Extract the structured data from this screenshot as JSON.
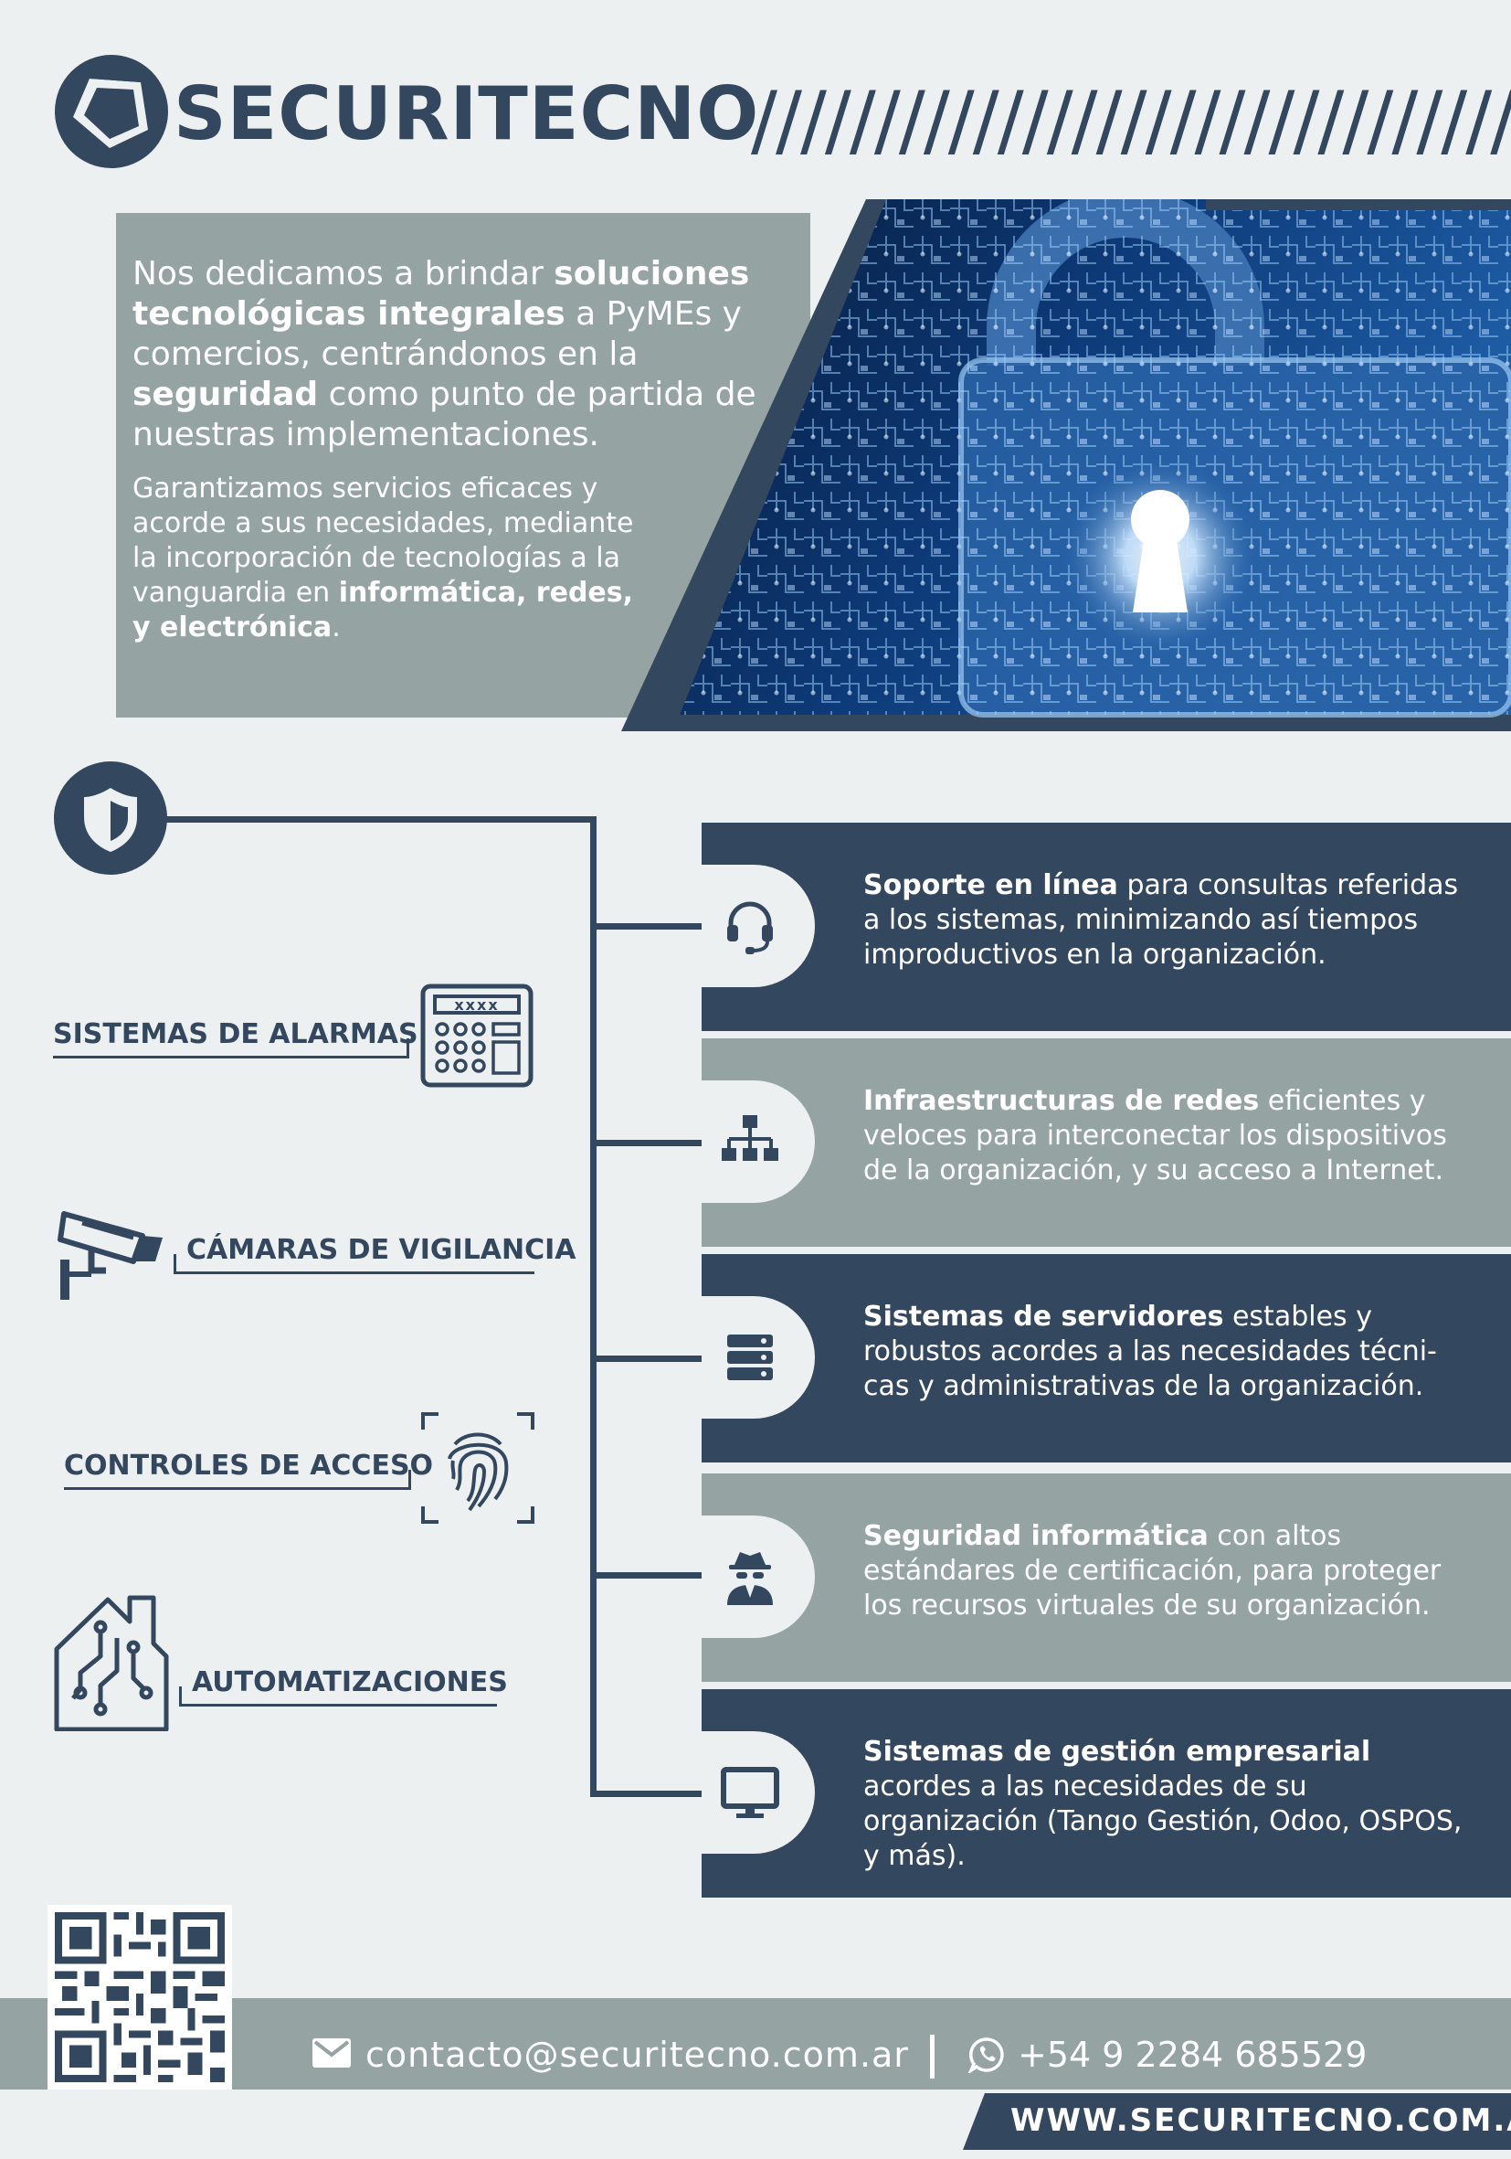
{
  "brand": {
    "name": "SECURITECNO",
    "slashes": "////////////////////////////////"
  },
  "intro": {
    "main": [
      {
        "t": "Nos dedicamos a brindar ",
        "b": false
      },
      {
        "t": "soluciones tecnológicas integrales",
        "b": true
      },
      {
        "t": " a PyMEs y comercios, centrándonos en la ",
        "b": false
      },
      {
        "t": "seguridad",
        "b": true
      },
      {
        "t": " como punto de partida de nuestras implementaciones.",
        "b": false
      }
    ],
    "sub": [
      {
        "t": "Garantizamos servicios eficaces y acorde a sus necesidades, mediante la incorporación de tecnologías a la vanguardia en ",
        "b": false
      },
      {
        "t": "informática, redes, y electrónica",
        "b": true
      },
      {
        "t": ".",
        "b": false
      }
    ]
  },
  "categories": {
    "alarms": "SISTEMAS DE ALARMAS",
    "keypad_display": "xxxx",
    "cameras": "CÁMARAS DE VIGILANCIA",
    "access": "CONTROLES DE ACCESO",
    "automation": "AUTOMATIZACIONES"
  },
  "services": [
    {
      "icon": "headset-icon",
      "bold": "Soporte en línea",
      "rest": " para consultas referidas a los sistemas, minimizando así tiempos improductivos en la organización."
    },
    {
      "icon": "network-icon",
      "bold": "Infraestructuras de redes",
      "rest": " eficientes y veloces para interconectar los dispositivos de la organización, y su acceso a Internet."
    },
    {
      "icon": "server-icon",
      "bold": "Sistemas de servidores",
      "rest": " estables y robustos acordes a las necesidades técni-cas y administrativas de la organización."
    },
    {
      "icon": "spy-icon",
      "bold": "Seguridad informática",
      "rest": " con altos estándares de certificación, para proteger los recursos virtuales de su organización."
    },
    {
      "icon": "monitor-icon",
      "bold": "Sistemas de gestión empresarial",
      "rest": " acordes a las necesidades de su organización (Tango Gestión, Odoo, OSPOS, y más)."
    }
  ],
  "contact": {
    "email": "contacto@securitecno.com.ar",
    "phone": "+54 9 2284 685529",
    "web": "WWW.SECURITECNO.COM.AR"
  },
  "colors": {
    "dark": "#33475e",
    "gray": "#95a3a3",
    "bg": "#edf0f1"
  }
}
